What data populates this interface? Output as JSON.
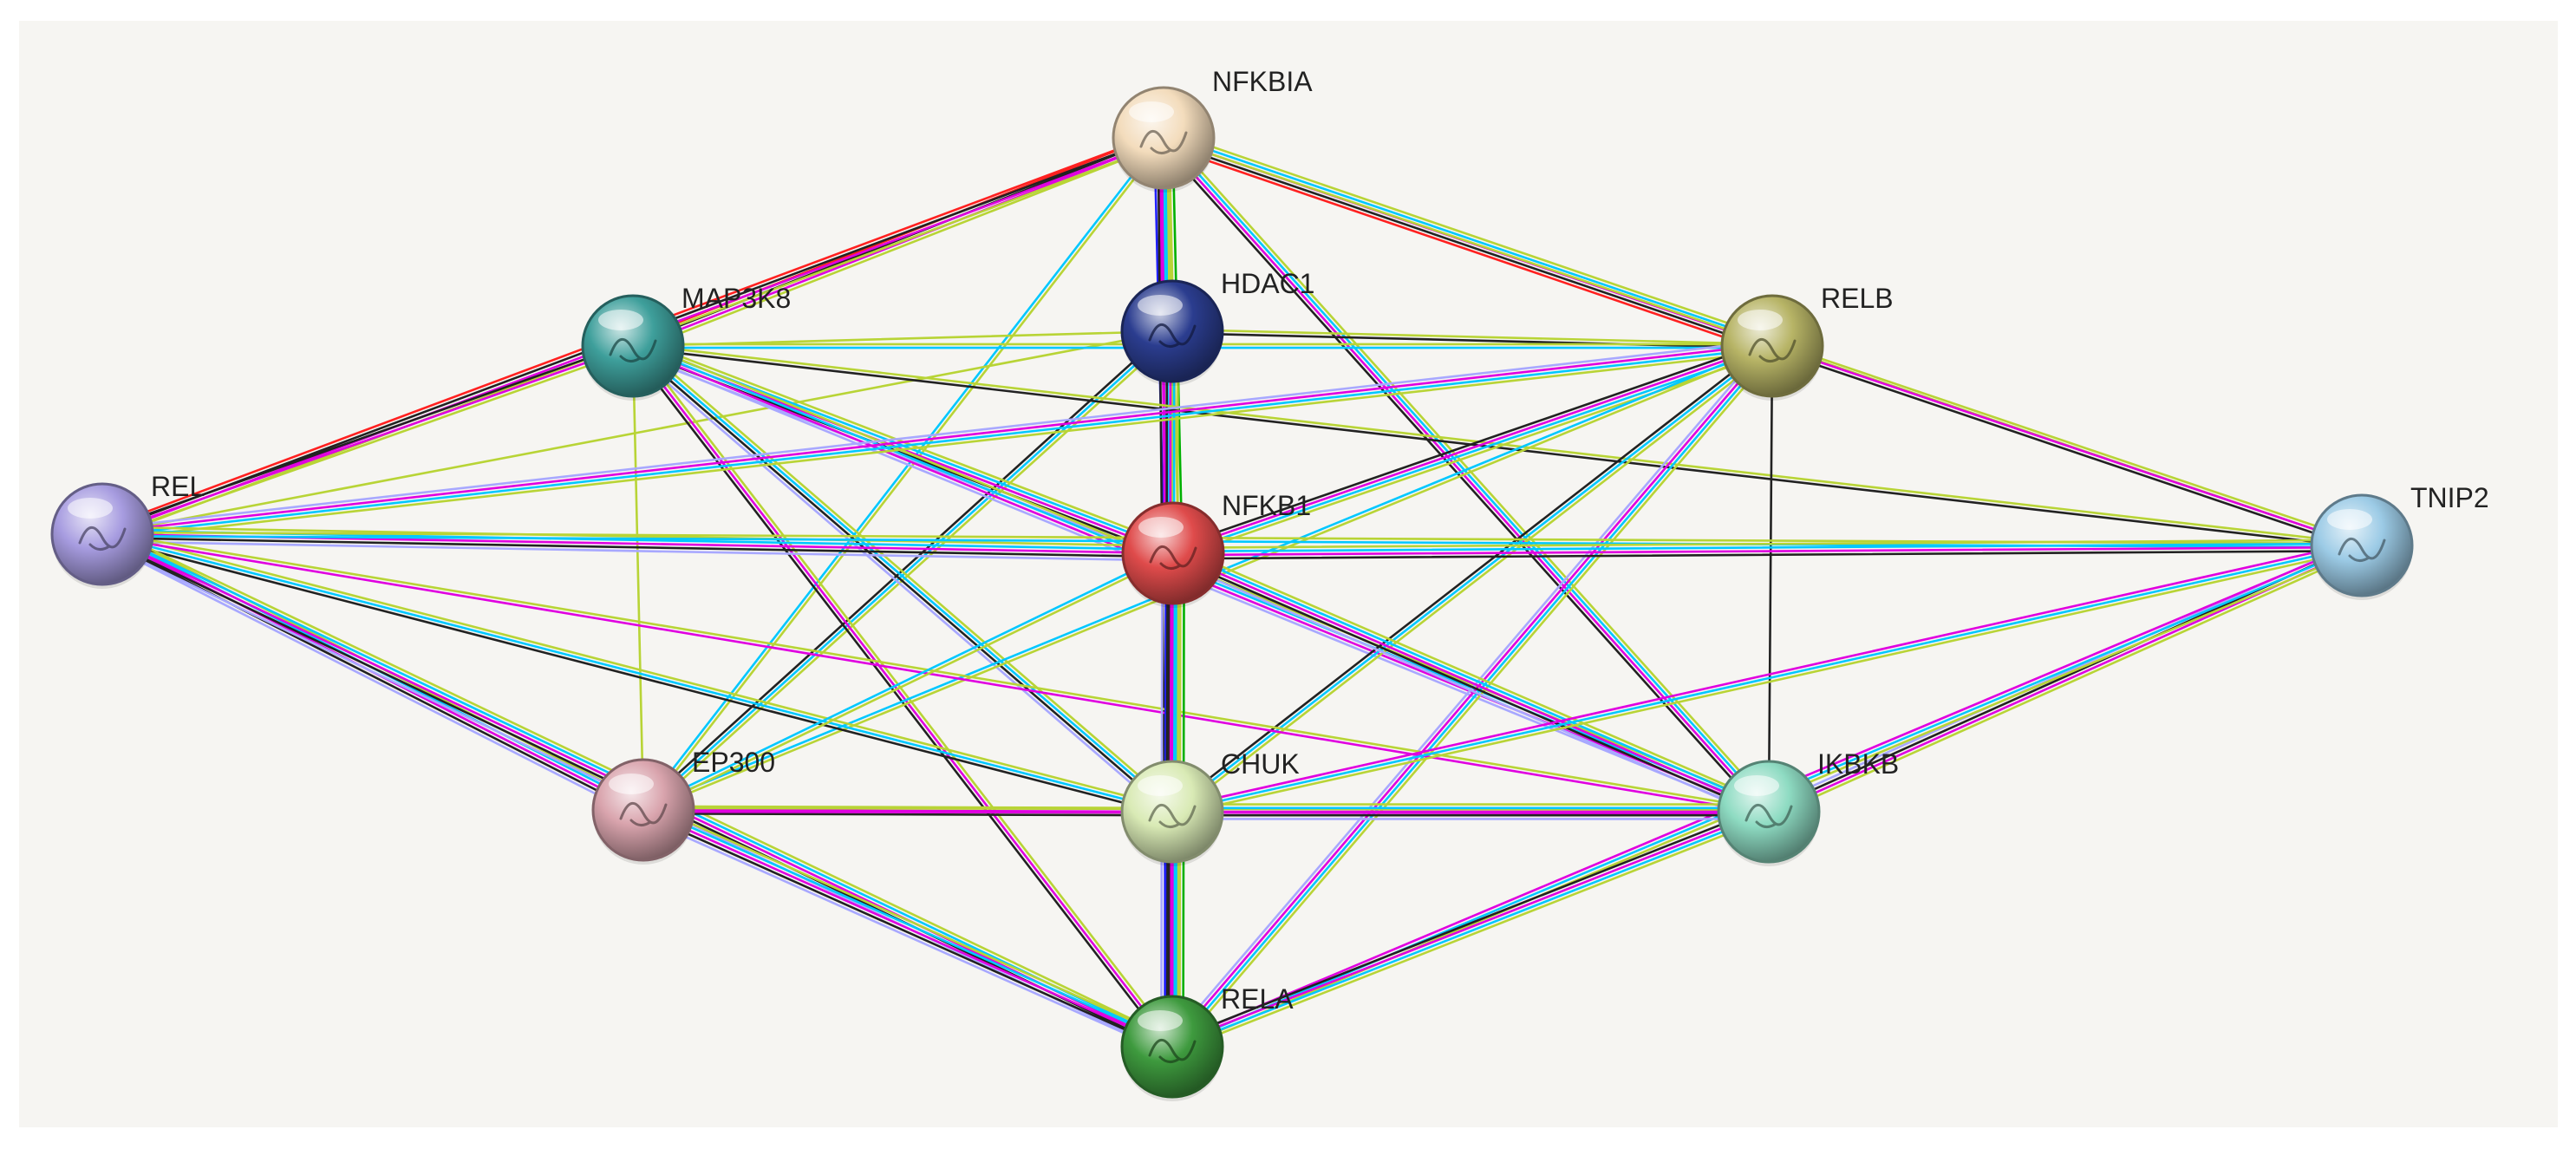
{
  "network": {
    "nodes": [
      {
        "id": "NFKBIA",
        "label": "NFKBIA",
        "color": "#f3dcbc",
        "icon": "protein-structure-icon"
      },
      {
        "id": "HDAC1",
        "label": "HDAC1",
        "color": "#2b3d8f",
        "icon": "protein-structure-icon"
      },
      {
        "id": "MAP3K8",
        "label": "MAP3K8",
        "color": "#3e9f9b",
        "icon": "protein-structure-icon"
      },
      {
        "id": "RELB",
        "label": "RELB",
        "color": "#b7b466",
        "icon": "protein-structure-icon"
      },
      {
        "id": "REL",
        "label": "REL",
        "color": "#a79ce0",
        "icon": "protein-structure-icon"
      },
      {
        "id": "NFKB1",
        "label": "NFKB1",
        "color": "#df4b4b",
        "icon": "protein-structure-icon"
      },
      {
        "id": "TNIP2",
        "label": "TNIP2",
        "color": "#9ccbe6",
        "icon": "protein-structure-icon"
      },
      {
        "id": "EP300",
        "label": "EP300",
        "color": "#d9a4ad",
        "icon": "protein-structure-icon"
      },
      {
        "id": "CHUK",
        "label": "CHUK",
        "color": "#d9eab5",
        "icon": "protein-structure-icon"
      },
      {
        "id": "IKBKB",
        "label": "IKBKB",
        "color": "#8edbc2",
        "icon": "protein-structure-icon"
      },
      {
        "id": "RELA",
        "label": "RELA",
        "color": "#3e9a3e",
        "icon": "protein-structure-icon"
      }
    ],
    "evidence_colors": {
      "known_curated": "#00c8ff",
      "known_experimental": "#e000e0",
      "predicted_neighborhood": "#00b000",
      "predicted_fusion": "#ff2020",
      "predicted_cooccurrence": "#2020ff",
      "textmining": "#b8d436",
      "coexpression": "#222222",
      "homology": "#a8a8ff"
    },
    "edges": [
      {
        "source": "NFKBIA",
        "target": "NFKB1",
        "evidence": [
          "predicted_neighborhood",
          "textmining",
          "known_curated",
          "known_experimental",
          "coexpression",
          "predicted_cooccurrence"
        ]
      },
      {
        "source": "NFKBIA",
        "target": "MAP3K8",
        "evidence": [
          "textmining",
          "known_experimental",
          "coexpression",
          "predicted_fusion"
        ]
      },
      {
        "source": "NFKBIA",
        "target": "REL",
        "evidence": [
          "textmining",
          "known_experimental",
          "coexpression",
          "predicted_fusion"
        ]
      },
      {
        "source": "NFKBIA",
        "target": "RELB",
        "evidence": [
          "textmining",
          "known_curated",
          "known_experimental",
          "coexpression",
          "predicted_fusion"
        ]
      },
      {
        "source": "NFKBIA",
        "target": "EP300",
        "evidence": [
          "textmining",
          "known_curated"
        ]
      },
      {
        "source": "NFKBIA",
        "target": "CHUK",
        "evidence": [
          "textmining",
          "known_curated",
          "known_experimental"
        ]
      },
      {
        "source": "NFKBIA",
        "target": "IKBKB",
        "evidence": [
          "textmining",
          "known_curated",
          "known_experimental",
          "coexpression"
        ]
      },
      {
        "source": "NFKBIA",
        "target": "RELA",
        "evidence": [
          "textmining",
          "known_curated",
          "known_experimental",
          "coexpression"
        ]
      },
      {
        "source": "NFKBIA",
        "target": "TNIP2",
        "evidence": [
          "textmining"
        ]
      },
      {
        "source": "HDAC1",
        "target": "MAP3K8",
        "evidence": [
          "textmining"
        ]
      },
      {
        "source": "HDAC1",
        "target": "RELB",
        "evidence": [
          "textmining",
          "coexpression"
        ]
      },
      {
        "source": "HDAC1",
        "target": "REL",
        "evidence": [
          "textmining"
        ]
      },
      {
        "source": "HDAC1",
        "target": "EP300",
        "evidence": [
          "textmining",
          "known_curated",
          "coexpression"
        ]
      },
      {
        "source": "HDAC1",
        "target": "CHUK",
        "evidence": [
          "textmining"
        ]
      },
      {
        "source": "HDAC1",
        "target": "RELA",
        "evidence": [
          "textmining",
          "known_curated",
          "known_experimental",
          "coexpression"
        ]
      },
      {
        "source": "MAP3K8",
        "target": "REL",
        "evidence": [
          "textmining",
          "known_experimental",
          "coexpression"
        ]
      },
      {
        "source": "MAP3K8",
        "target": "NFKB1",
        "evidence": [
          "textmining",
          "known_curated",
          "known_experimental",
          "coexpression",
          "homology"
        ]
      },
      {
        "source": "MAP3K8",
        "target": "RELB",
        "evidence": [
          "textmining",
          "known_curated"
        ]
      },
      {
        "source": "MAP3K8",
        "target": "TNIP2",
        "evidence": [
          "textmining",
          "coexpression"
        ]
      },
      {
        "source": "MAP3K8",
        "target": "CHUK",
        "evidence": [
          "textmining",
          "known_curated",
          "coexpression",
          "homology"
        ]
      },
      {
        "source": "MAP3K8",
        "target": "IKBKB",
        "evidence": [
          "textmining",
          "known_curated",
          "known_experimental",
          "homology"
        ]
      },
      {
        "source": "MAP3K8",
        "target": "RELA",
        "evidence": [
          "textmining",
          "known_experimental",
          "coexpression"
        ]
      },
      {
        "source": "MAP3K8",
        "target": "EP300",
        "evidence": [
          "textmining"
        ]
      },
      {
        "source": "RELB",
        "target": "REL",
        "evidence": [
          "textmining",
          "known_curated",
          "known_experimental",
          "homology"
        ]
      },
      {
        "source": "RELB",
        "target": "NFKB1",
        "evidence": [
          "textmining",
          "known_curated",
          "known_experimental",
          "coexpression"
        ]
      },
      {
        "source": "RELB",
        "target": "TNIP2",
        "evidence": [
          "textmining",
          "known_experimental",
          "coexpression"
        ]
      },
      {
        "source": "RELB",
        "target": "CHUK",
        "evidence": [
          "textmining",
          "known_curated",
          "coexpression"
        ]
      },
      {
        "source": "RELB",
        "target": "IKBKB",
        "evidence": [
          "coexpression"
        ]
      },
      {
        "source": "RELB",
        "target": "RELA",
        "evidence": [
          "textmining",
          "known_curated",
          "known_experimental",
          "homology"
        ]
      },
      {
        "source": "RELB",
        "target": "EP300",
        "evidence": [
          "textmining",
          "known_curated"
        ]
      },
      {
        "source": "REL",
        "target": "NFKB1",
        "evidence": [
          "textmining",
          "known_curated",
          "known_experimental",
          "coexpression",
          "homology"
        ]
      },
      {
        "source": "REL",
        "target": "TNIP2",
        "evidence": [
          "textmining",
          "known_curated"
        ]
      },
      {
        "source": "REL",
        "target": "EP300",
        "evidence": [
          "textmining",
          "known_curated",
          "known_experimental",
          "coexpression",
          "homology"
        ]
      },
      {
        "source": "REL",
        "target": "CHUK",
        "evidence": [
          "textmining",
          "known_curated",
          "coexpression"
        ]
      },
      {
        "source": "REL",
        "target": "IKBKB",
        "evidence": [
          "textmining",
          "known_experimental"
        ]
      },
      {
        "source": "REL",
        "target": "RELA",
        "evidence": [
          "textmining",
          "known_curated",
          "known_experimental",
          "coexpression",
          "homology"
        ]
      },
      {
        "source": "NFKB1",
        "target": "TNIP2",
        "evidence": [
          "textmining",
          "known_curated",
          "known_experimental",
          "coexpression"
        ]
      },
      {
        "source": "NFKB1",
        "target": "RELA",
        "evidence": [
          "predicted_neighborhood",
          "textmining",
          "known_curated",
          "known_experimental",
          "coexpression",
          "predicted_cooccurrence",
          "homology"
        ]
      },
      {
        "source": "NFKB1",
        "target": "CHUK",
        "evidence": [
          "textmining",
          "known_curated",
          "known_experimental",
          "coexpression"
        ]
      },
      {
        "source": "NFKB1",
        "target": "IKBKB",
        "evidence": [
          "textmining",
          "known_curated",
          "known_experimental",
          "coexpression",
          "homology"
        ]
      },
      {
        "source": "NFKB1",
        "target": "EP300",
        "evidence": [
          "textmining",
          "known_curated"
        ]
      },
      {
        "source": "TNIP2",
        "target": "CHUK",
        "evidence": [
          "textmining",
          "known_curated",
          "known_experimental"
        ]
      },
      {
        "source": "TNIP2",
        "target": "IKBKB",
        "evidence": [
          "textmining",
          "known_experimental",
          "coexpression",
          "homology"
        ]
      },
      {
        "source": "TNIP2",
        "target": "RELA",
        "evidence": [
          "textmining",
          "known_curated",
          "known_experimental"
        ]
      },
      {
        "source": "EP300",
        "target": "CHUK",
        "evidence": [
          "textmining",
          "known_experimental",
          "coexpression"
        ]
      },
      {
        "source": "EP300",
        "target": "RELA",
        "evidence": [
          "textmining",
          "known_curated",
          "known_experimental",
          "coexpression",
          "homology"
        ]
      },
      {
        "source": "EP300",
        "target": "IKBKB",
        "evidence": [
          "textmining",
          "known_experimental"
        ]
      },
      {
        "source": "CHUK",
        "target": "IKBKB",
        "evidence": [
          "textmining",
          "known_curated",
          "known_experimental",
          "coexpression",
          "homology"
        ]
      },
      {
        "source": "CHUK",
        "target": "RELA",
        "evidence": [
          "textmining",
          "known_curated",
          "known_experimental",
          "coexpression",
          "predicted_cooccurrence"
        ]
      },
      {
        "source": "IKBKB",
        "target": "RELA",
        "evidence": [
          "textmining",
          "known_curated",
          "known_experimental",
          "coexpression"
        ]
      }
    ]
  }
}
